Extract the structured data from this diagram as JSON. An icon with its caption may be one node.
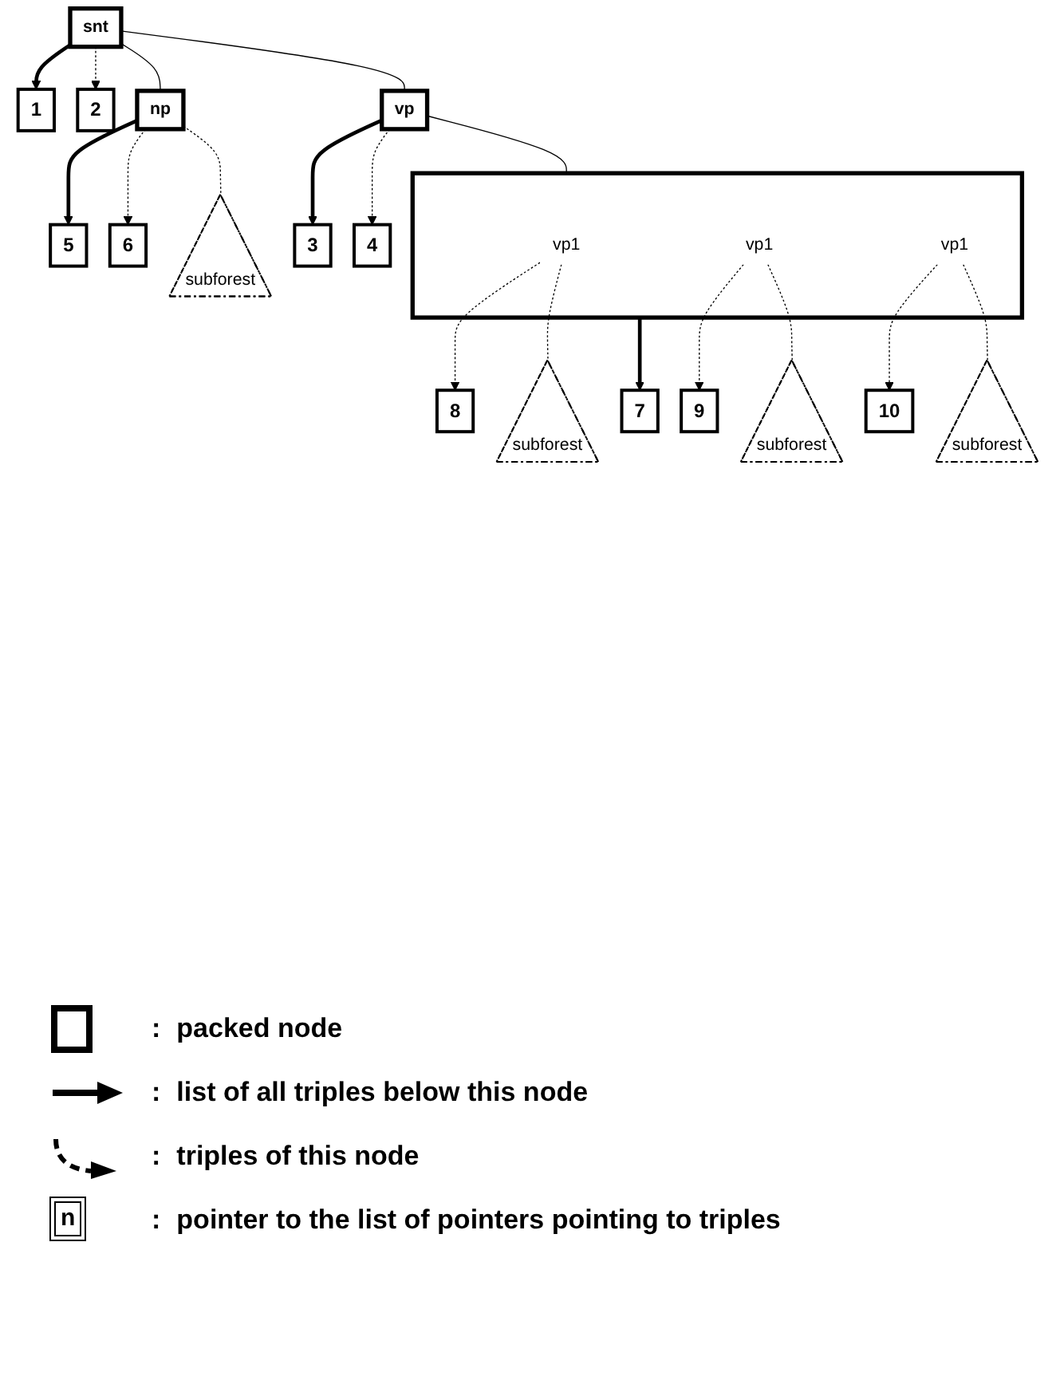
{
  "diagram": {
    "nodes": [
      {
        "text": [
          "snt"
        ]
      },
      {
        "text": [
          "1"
        ]
      },
      {
        "text": [
          "2"
        ]
      },
      {
        "text": [
          "vp"
        ]
      },
      {
        "text": [
          "3"
        ]
      },
      {
        "text": [
          "4"
        ]
      },
      {
        "text": [
          "np"
        ]
      },
      {
        "text": [
          "5"
        ]
      },
      {
        "text": [
          "6"
        ]
      },
      {
        "text": [],
        "shape": "bar"
      },
      {
        "text": [
          "vp1"
        ],
        "in": 9
      },
      {
        "text": [
          "vp1"
        ],
        "in": 9
      },
      {
        "text": [
          "vp1"
        ],
        "in": 9
      },
      {
        "text": [
          "7"
        ]
      },
      {
        "text": [
          "8"
        ]
      },
      {
        "text": [
          "9"
        ]
      },
      {
        "text": [
          "10"
        ]
      },
      {
        "text": [
          "subforest"
        ]
      },
      {
        "text": [
          "subforest"
        ]
      },
      {
        "text": [
          "subforest"
        ]
      },
      {
        "text": [
          "subforest"
        ]
      }
    ],
    "edges": [
      {
        "from": 0,
        "to": 1,
        "arrow": "to",
        "style": "thick"
      },
      {
        "from": 0,
        "to": 2,
        "arrow": "to",
        "style": "dashed"
      },
      {
        "from": 0,
        "to": 6,
        "arrow": "none"
      },
      {
        "from": 0,
        "to": 3,
        "arrow": "none"
      },
      {
        "from": 3,
        "to": 4,
        "arrow": "to",
        "style": "thick"
      },
      {
        "from": 3,
        "to": 5,
        "arrow": "to",
        "style": "dashed"
      },
      {
        "from": 3,
        "to": 9,
        "arrow": "none"
      },
      {
        "from": 6,
        "to": 7,
        "arrow": "to",
        "style": "thick"
      },
      {
        "from": 6,
        "to": 8,
        "arrow": "to",
        "style": "dashed"
      },
      {
        "from": 9,
        "to": 13,
        "arrow": "to",
        "style": "thick"
      },
      {
        "from": 10,
        "to": 14,
        "arrow": "to",
        "style": "dashed"
      },
      {
        "from": 11,
        "to": 15,
        "arrow": "to",
        "style": "dashed"
      },
      {
        "from": 12,
        "to": 16,
        "arrow": "to",
        "style": "dashed"
      },
      {
        "from": 6,
        "to": 17,
        "arrow": "none",
        "style": "dashed"
      },
      {
        "from": 10,
        "to": 18,
        "arrow": "none",
        "style": "dashed"
      },
      {
        "from": 11,
        "to": 19,
        "arrow": "none",
        "style": "dashed"
      },
      {
        "from": 12,
        "to": 20,
        "arrow": "none",
        "style": "dashed"
      }
    ],
    "labels": [
      "n",
      ":",
      ":",
      ":",
      ":"
    ],
    "legend": [
      {
        "text": "packed node"
      },
      {
        "text": "list of all triples below this node"
      },
      {
        "text": "triples of this node"
      },
      {
        "text": "pointer to the list of pointers pointing to triples"
      }
    ]
  }
}
